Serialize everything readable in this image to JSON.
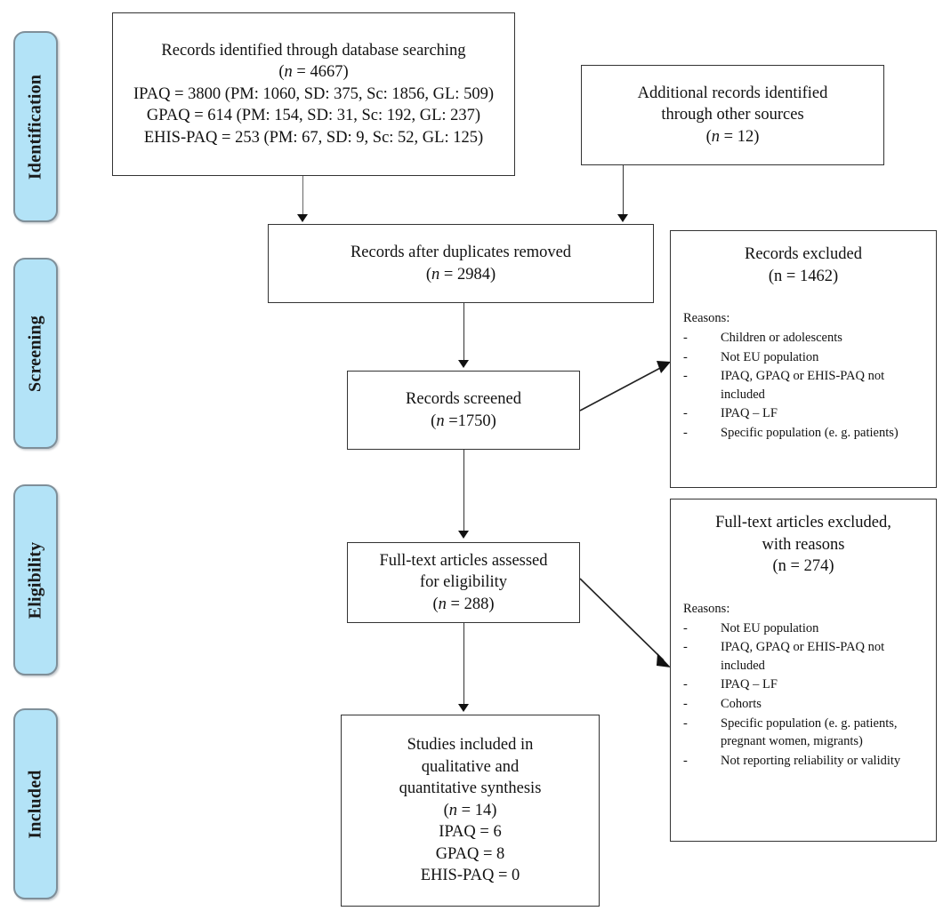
{
  "diagram": {
    "type": "prisma-flow-diagram",
    "accent_color": "#b3e3f7",
    "border_color": "#7f8f99",
    "line_color": "#333333"
  },
  "stages": [
    {
      "label": "Identification"
    },
    {
      "label": "Screening"
    },
    {
      "label": "Eligibility"
    },
    {
      "label": "Included"
    }
  ],
  "boxes": {
    "identified": {
      "line1": "Records identified through database searching",
      "line2_pre": "(",
      "line2_n": "n",
      "line2_post": " = 4667)",
      "line3": "IPAQ = 3800 (PM: 1060, SD: 375, Sc: 1856, GL: 509)",
      "line4": "GPAQ = 614 (PM: 154, SD: 31, Sc: 192, GL: 237)",
      "line5": "EHIS-PAQ = 253 (PM: 67, SD: 9, Sc: 52, GL: 125)"
    },
    "additional": {
      "line1": "Additional records identified",
      "line2": "through other sources",
      "line3_pre": "(",
      "line3_n": "n",
      "line3_post": " = 12)"
    },
    "duplicates_removed": {
      "line1": "Records after duplicates removed",
      "line2_pre": "(",
      "line2_n": "n",
      "line2_post": " = 2984)"
    },
    "screened": {
      "line1": "Records screened",
      "line2_pre": "(",
      "line2_n": "n",
      "line2_post": " =1750)"
    },
    "fulltext_assessed": {
      "line1": "Full-text articles assessed",
      "line2": "for eligibility",
      "line3_pre": "(",
      "line3_n": "n",
      "line3_post": " = 288)"
    },
    "included": {
      "line1": "Studies included in",
      "line2": "qualitative and",
      "line3": "quantitative synthesis",
      "line4_pre": "(",
      "line4_n": "n",
      "line4_post": " = 14)",
      "line5": "IPAQ = 6",
      "line6": "GPAQ = 8",
      "line7": "EHIS-PAQ = 0"
    },
    "records_excluded": {
      "line1": "Records excluded",
      "line2_pre": "(",
      "line2_n": "n",
      "line2_post": " = 1462)",
      "reasons_label": "Reasons:",
      "reasons": [
        "Children or adolescents",
        "Not EU population",
        "IPAQ, GPAQ or EHIS-PAQ not included",
        "IPAQ – LF",
        "Specific population (e. g. patients)"
      ]
    },
    "fulltext_excluded": {
      "line1": "Full-text articles excluded,",
      "line2": "with reasons",
      "line3_pre": "(",
      "line3_n": "n",
      "line3_post": " = 274)",
      "reasons_label": "Reasons:",
      "reasons": [
        "Not EU population",
        "IPAQ, GPAQ or EHIS-PAQ not included",
        "IPAQ – LF",
        "Cohorts",
        "Specific population (e. g. patients, pregnant women, migrants)",
        "Not reporting reliability or validity"
      ]
    }
  },
  "chart_data": {
    "type": "table",
    "title": "PRISMA flow of study selection",
    "nodes": [
      {
        "stage": "Identification",
        "name": "Records identified through database searching",
        "n": 4667,
        "breakdown": [
          {
            "instrument": "IPAQ",
            "n": 3800,
            "sources": {
              "PM": 1060,
              "SD": 375,
              "Sc": 1856,
              "GL": 509
            }
          },
          {
            "instrument": "GPAQ",
            "n": 614,
            "sources": {
              "PM": 154,
              "SD": 31,
              "Sc": 192,
              "GL": 237
            }
          },
          {
            "instrument": "EHIS-PAQ",
            "n": 253,
            "sources": {
              "PM": 67,
              "SD": 9,
              "Sc": 52,
              "GL": 125
            }
          }
        ]
      },
      {
        "stage": "Identification",
        "name": "Additional records identified through other sources",
        "n": 12
      },
      {
        "stage": "Screening",
        "name": "Records after duplicates removed",
        "n": 2984
      },
      {
        "stage": "Screening",
        "name": "Records screened",
        "n": 1750
      },
      {
        "stage": "Screening",
        "name": "Records excluded",
        "n": 1462
      },
      {
        "stage": "Eligibility",
        "name": "Full-text articles assessed for eligibility",
        "n": 288
      },
      {
        "stage": "Eligibility",
        "name": "Full-text articles excluded, with reasons",
        "n": 274
      },
      {
        "stage": "Included",
        "name": "Studies included in qualitative and quantitative synthesis",
        "n": 14,
        "breakdown": [
          {
            "instrument": "IPAQ",
            "n": 6
          },
          {
            "instrument": "GPAQ",
            "n": 8
          },
          {
            "instrument": "EHIS-PAQ",
            "n": 0
          }
        ]
      }
    ]
  }
}
